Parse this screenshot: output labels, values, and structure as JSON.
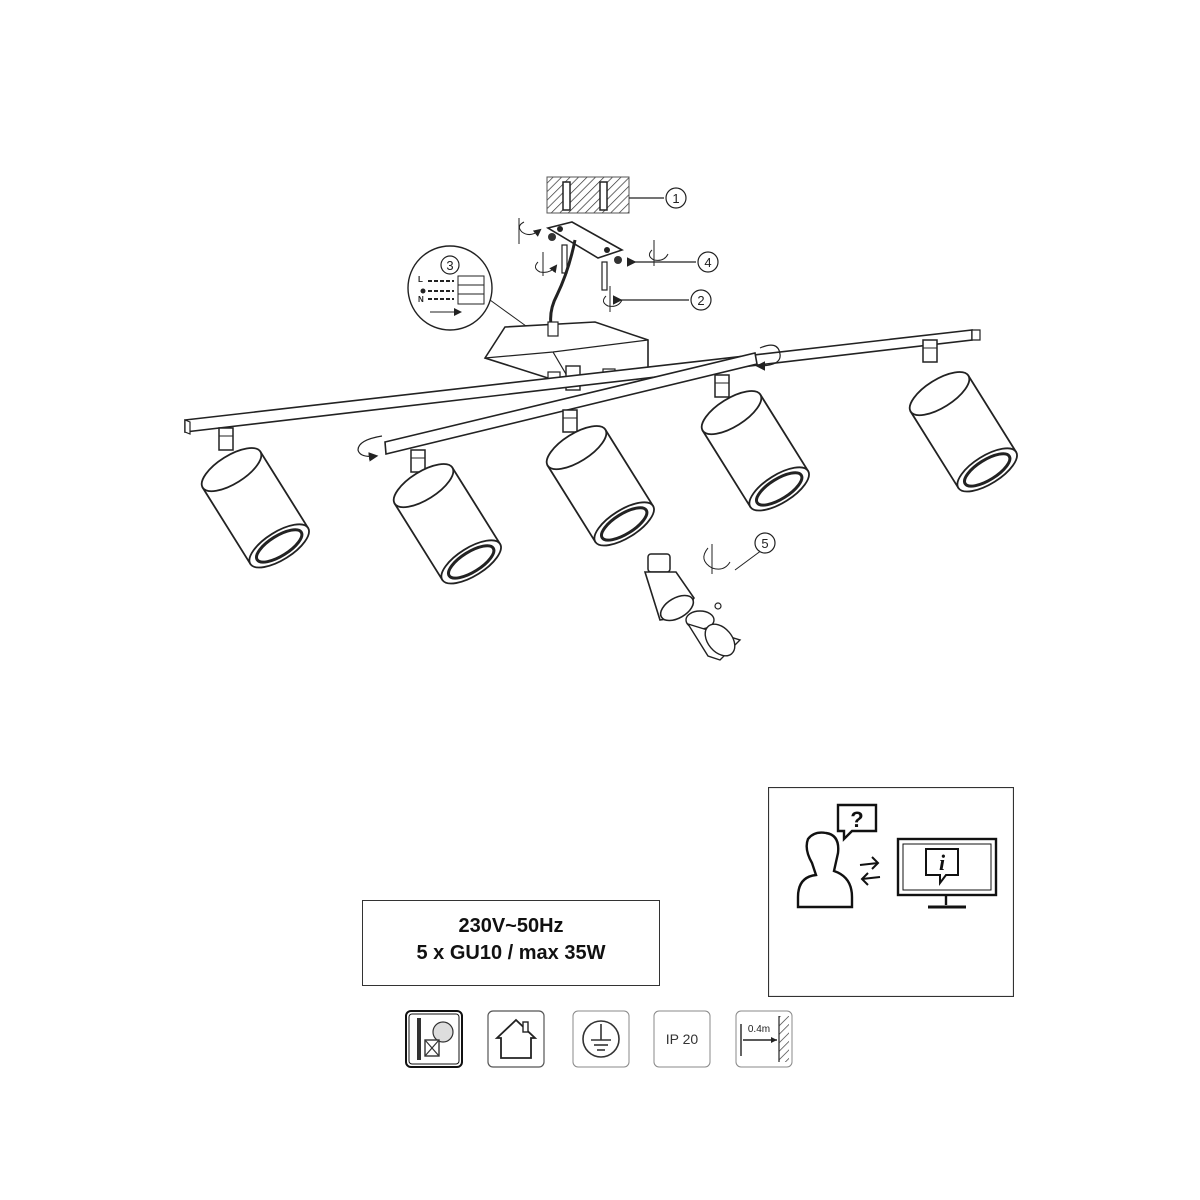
{
  "callouts": [
    "1",
    "2",
    "3",
    "4",
    "5"
  ],
  "wiring": {
    "live": "L",
    "neutral": "N"
  },
  "spec": {
    "voltage": "230V~50Hz",
    "bulbs": "5 x GU10 / max 35W"
  },
  "symbols": {
    "no_dimmer": "no-dimmer-bulb-icon",
    "indoor": "indoor-house-icon",
    "earth": "protective-earth-icon",
    "ip_rating": "IP 20",
    "min_distance": "0.4m"
  },
  "support": "help-contact-icon"
}
